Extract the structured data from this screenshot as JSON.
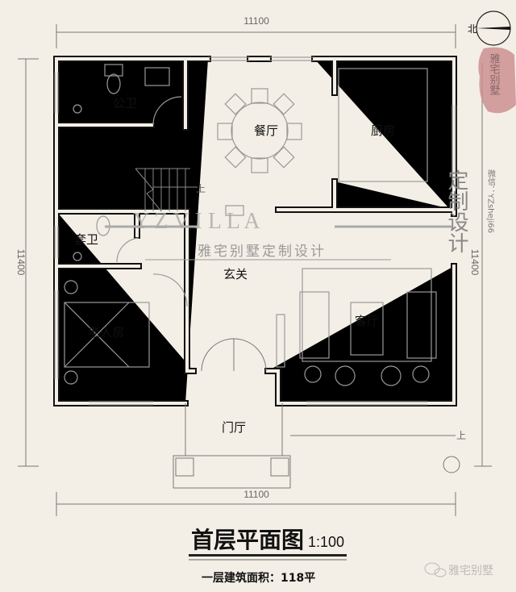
{
  "dimensions": {
    "top": "11100",
    "bottom": "11100",
    "left": "11400",
    "right": "11400"
  },
  "rooms": {
    "public_bath": "公卫",
    "dining": "餐厅",
    "kitchen": "厨房",
    "suite_bath": "套卫",
    "foyer": "玄关",
    "living": "客厅",
    "elder_room": "老人房",
    "entrance_hall": "门厅"
  },
  "stair_up_label": "上",
  "entry_up_label": "上",
  "title": "首层平面图",
  "scale": "1:100",
  "area_text": "一层建筑面积：118平",
  "watermark": {
    "latin": "Y Z      V I L L A",
    "chinese": "雅宅别墅定制设计"
  },
  "side_text": {
    "large": "定制设计",
    "wechat": "微信：YZsheji66"
  },
  "seal": {
    "text": "雅宅别墅",
    "color": "#c98a8c"
  },
  "footer_brand": "雅宅别墅",
  "colors": {
    "background": "#f4efe6",
    "wall": "#111111"
  }
}
